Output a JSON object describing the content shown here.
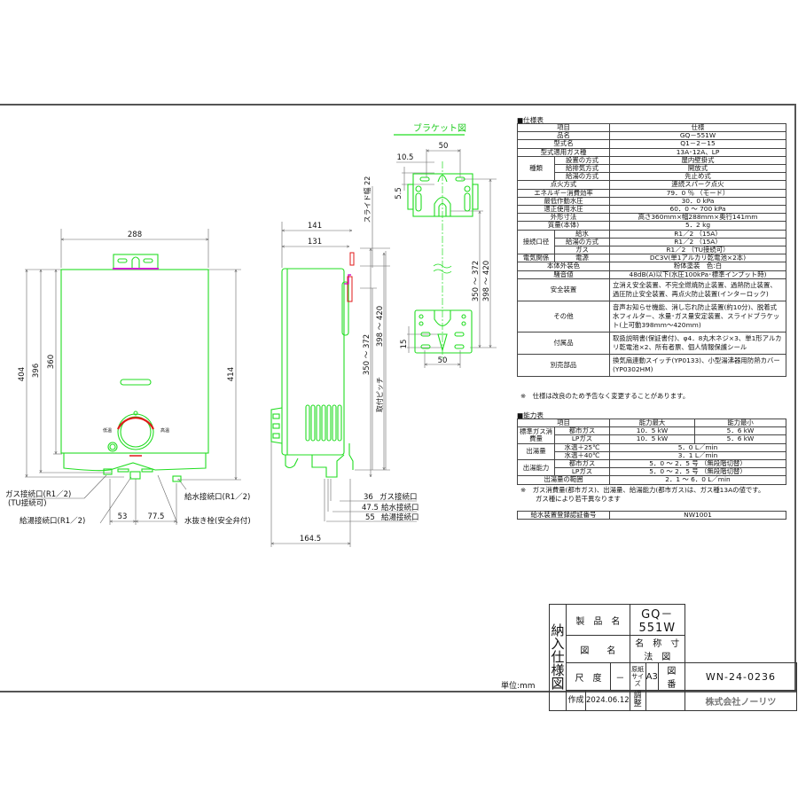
{
  "drawing": {
    "unit_label": "単位:mm",
    "bracket_title": "ブラケット図",
    "front_view": {
      "dims": {
        "width": "288",
        "h404": "404",
        "h396": "396",
        "h360": "360",
        "h414": "414",
        "d53": "53",
        "d77_5": "77.5"
      },
      "dial_low": "低温",
      "dial_high": "高温",
      "callouts": {
        "gas": "ガス接続口(R1／2)",
        "gas_sub": "(TU接続可)",
        "hot": "給湯接続口(R1／2)",
        "water": "給水接続口(R1／2)",
        "drain": "水抜き栓(安全弁付)"
      }
    },
    "side_view": {
      "dims": {
        "d141": "141",
        "d131": "131",
        "slide": "スライド幅 22",
        "pitch_label": "取付ピッチ",
        "r398_420": "398 ～ 420",
        "r350_372": "350 ～ 372",
        "d164_5": "164.5"
      },
      "ports": [
        {
          "dim": "36",
          "label": "ガス接続口"
        },
        {
          "dim": "47.5",
          "label": "給水接続口"
        },
        {
          "dim": "55",
          "label": "給湯接続口"
        }
      ]
    },
    "bracket": {
      "dims": {
        "w50_top": "50",
        "d10_5": "10.5",
        "d5_5": "5.5",
        "r350_372": "350 ～ 372",
        "r398_420": "398 ～ 420",
        "d15": "15",
        "w50_bottom": "50"
      }
    }
  },
  "spec_table": {
    "title": "■仕様表",
    "header": [
      "項目",
      "仕様"
    ],
    "rows": [
      {
        "label": "品名",
        "value": "GQ－551W"
      },
      {
        "label": "型式名",
        "value": "Q1－2－15"
      },
      {
        "label": "型式適用ガス種",
        "value": "13A･12A、LP"
      },
      {
        "group": "種類",
        "sub": "設置の方式",
        "value": "屋内壁掛式"
      },
      {
        "sub": "給排気方式",
        "value": "開放式"
      },
      {
        "sub": "給湯の方式",
        "value": "先止め式"
      },
      {
        "label": "点火方式",
        "value": "連続スパーク点火"
      },
      {
        "label": "エネルギー消費効率",
        "value": "79．0 ％ （モード）"
      },
      {
        "label": "最低作動水圧",
        "value": "30．0 kPa"
      },
      {
        "label": "適正使用水圧",
        "value": "60．0 ～ 700 kPa"
      },
      {
        "label": "外形寸法",
        "value": "高さ360mm×幅288mm×奥行141mm"
      },
      {
        "label": "質量(本体)",
        "value": "5．2 kg"
      },
      {
        "group": "接続口径",
        "sub": "給水",
        "value": "R1／2 （15A）"
      },
      {
        "sub": "給湯の方式",
        "value": "R1／2 （15A）"
      },
      {
        "sub": "ガス",
        "value": "R1／2 （TU接続可）"
      },
      {
        "group": "電気関係",
        "sub": "電源",
        "value": "DC3V(単1アルカリ乾電池×2本)"
      },
      {
        "label": "本体外装色",
        "value": "粉体塗装　色:白"
      },
      {
        "label": "騒音値",
        "value": "48dB(A)以下(水圧100kPa･標準インプット時)"
      },
      {
        "label": "安全装置",
        "value": "立消え安全装置、不完全燃焼防止装置、過熱防止装置、過圧防止安全装置、再点火防止装置(インターロック)"
      },
      {
        "label": "その他",
        "value": "音声お知らせ機能、消し忘れ防止装置(約10分)、脱着式水フィルター、水量･ガス量安定装置、スライドブラケット(上可動398mm～420mm)"
      },
      {
        "label": "付属品",
        "value": "取扱説明書(保証書付)、φ4．8丸木ネジ×3、単1形アルカリ乾電池×2、所有者票、個人情報保護シール"
      },
      {
        "label": "別売部品",
        "value": "換気扇連動スイッチ(YP0133)、小型湯沸器用防熱カバー(YP0302HM)"
      }
    ],
    "footnote": "※　仕様は改良のため予告なく変更することがあります。"
  },
  "capacity_table": {
    "title": "■能力表",
    "header": [
      "項目",
      "能力最大",
      "能力最小"
    ],
    "rows": [
      {
        "group": "標準ガス消費量",
        "sub": "都市ガス",
        "max": "10．5 kW",
        "min": "5．6 kW"
      },
      {
        "sub": "LPガス",
        "max": "10．5 kW",
        "min": "5．6 kW"
      },
      {
        "group": "出湯量",
        "sub": "水温＋25℃",
        "value": "5．0 L／min"
      },
      {
        "sub": "水温＋40℃",
        "value": "3．1 L／min"
      },
      {
        "group": "出湯能力",
        "sub": "都市ガス",
        "value": "5．0 ～ 2．5 号 （無段階切替）"
      },
      {
        "sub": "LPガス",
        "value": "5．0 ～ 2．5 号 （無段階切替）"
      },
      {
        "label": "出湯量の範囲",
        "value": "2．1 ～ 6．0 L／min"
      }
    ],
    "footnote_1": "※　ガス消費量(都市ガス)、出湯量、給湯能力(都市ガス)は、ガス種13Aの値です。",
    "footnote_2": "ガス種により若干異なります"
  },
  "cert": {
    "label": "給水装置登録認証番号",
    "value": "NW1001"
  },
  "title_block": {
    "vertical_label": [
      "納",
      "入",
      "仕",
      "様",
      "図"
    ],
    "product_name_label": "製　品　名",
    "product_name": "GQ－551W",
    "drawing_name_label": "図　　名",
    "drawing_name": "名　称　寸　法　図",
    "scale_label": "尺　度",
    "scale_value": "－",
    "paper_size_label": "原紙サイズ",
    "paper_size": "A3",
    "drawing_no_label": "図　番",
    "drawing_no": "WN-24-0236",
    "created_label": "作成",
    "created_date": "2024.06.12",
    "checked_label": "調整",
    "company": "株式会社ノーリツ"
  }
}
